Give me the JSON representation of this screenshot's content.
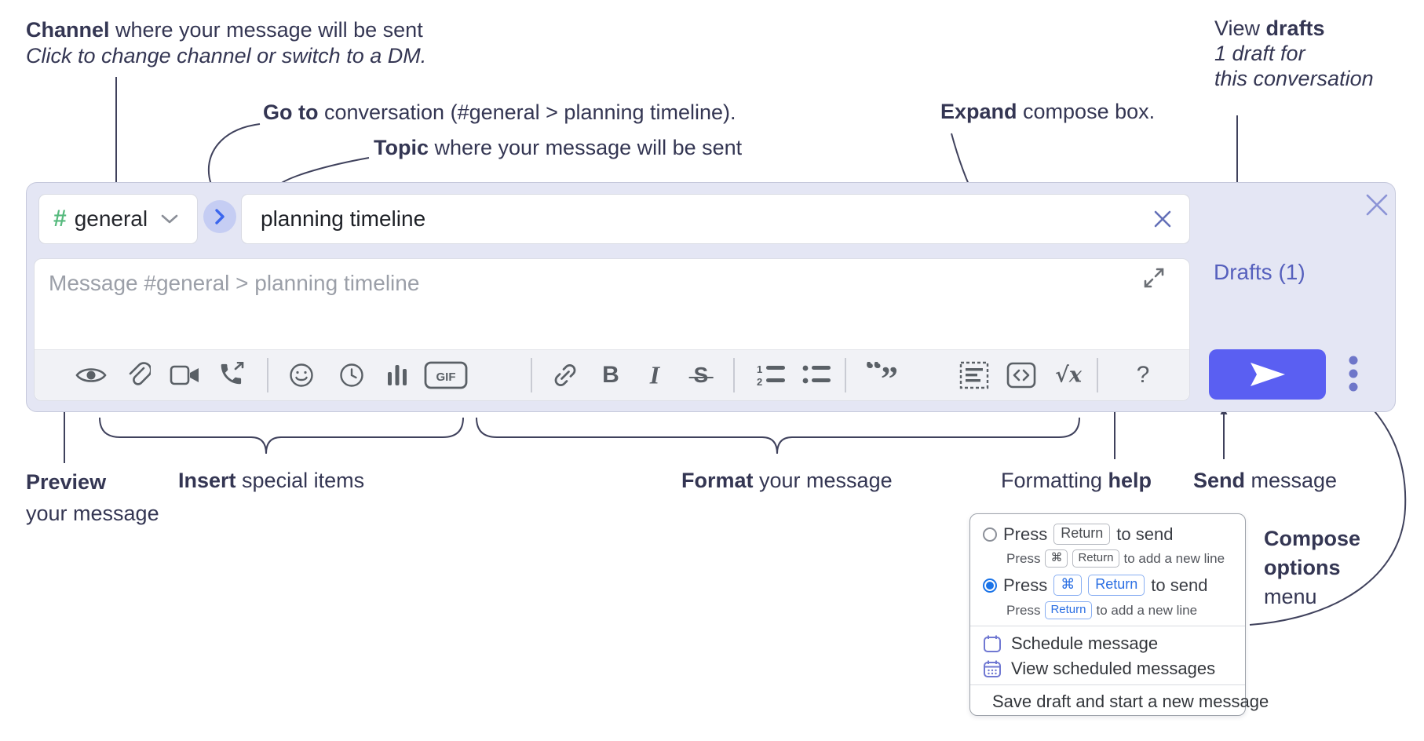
{
  "colors": {
    "accent_send": "#5a5ff2",
    "compose_bg": "#e4e6f4",
    "drafts_link": "#5660bd",
    "hash_green": "#57ba7e",
    "goto_chevron_blue": "#3b66ee",
    "toolbar_icon_gray": "#5a6066",
    "annotation_ink": "#343653",
    "popup_blue": "#2b6fe3",
    "radio_selected_blue": "#1a73e8",
    "menu_icon_purple": "#7078d2"
  },
  "annotations": {
    "channel": {
      "bold": "Channel",
      "rest": " where your message will be sent",
      "line2": "Click to change channel or switch to a DM."
    },
    "goto": {
      "bold": "Go to",
      "rest": " conversation (#general > planning timeline)."
    },
    "topic": {
      "bold": "Topic",
      "rest": " where your message will be sent"
    },
    "expand": {
      "bold": "Expand",
      "rest": " compose box."
    },
    "drafts": {
      "pre": "View ",
      "bold": "drafts",
      "line2": "1 draft for",
      "line3": "this conversation"
    },
    "preview": {
      "bold": "Preview",
      "line2": "your message"
    },
    "insert": {
      "bold": "Insert",
      "rest": " special items"
    },
    "format": {
      "bold": "Format",
      "rest": " your message"
    },
    "help": {
      "pre": "Formatting ",
      "bold": "help"
    },
    "send": {
      "bold": "Send",
      "rest": " message"
    },
    "compose_menu": {
      "line1": "Compose",
      "line2": "options",
      "line3": "menu"
    }
  },
  "compose": {
    "channel_name": "general",
    "hash": "#",
    "topic_value": "planning timeline",
    "placeholder": "Message #general > planning timeline",
    "drafts_label": "Drafts (1)"
  },
  "toolbar": {
    "gif_label": "GIF",
    "bold_label": "B",
    "italic_label": "I",
    "strike_label": "S",
    "math_label": "√x",
    "help_label": "?",
    "icons": [
      "preview-eye",
      "attach-file",
      "video-call",
      "voice-call",
      "emoji",
      "global-time",
      "poll",
      "gif",
      "link",
      "bold",
      "italic",
      "strikethrough",
      "numbered-list",
      "bulleted-list",
      "quote",
      "spoiler",
      "code",
      "math",
      "help"
    ]
  },
  "popup": {
    "press": "Press",
    "to_send": "to send",
    "add_line": "to add a new line",
    "return_key": "Return",
    "cmd_key": "⌘",
    "items": {
      "schedule": "Schedule message",
      "view_scheduled": "View scheduled messages",
      "save_draft": "Save draft and start a new message"
    }
  }
}
